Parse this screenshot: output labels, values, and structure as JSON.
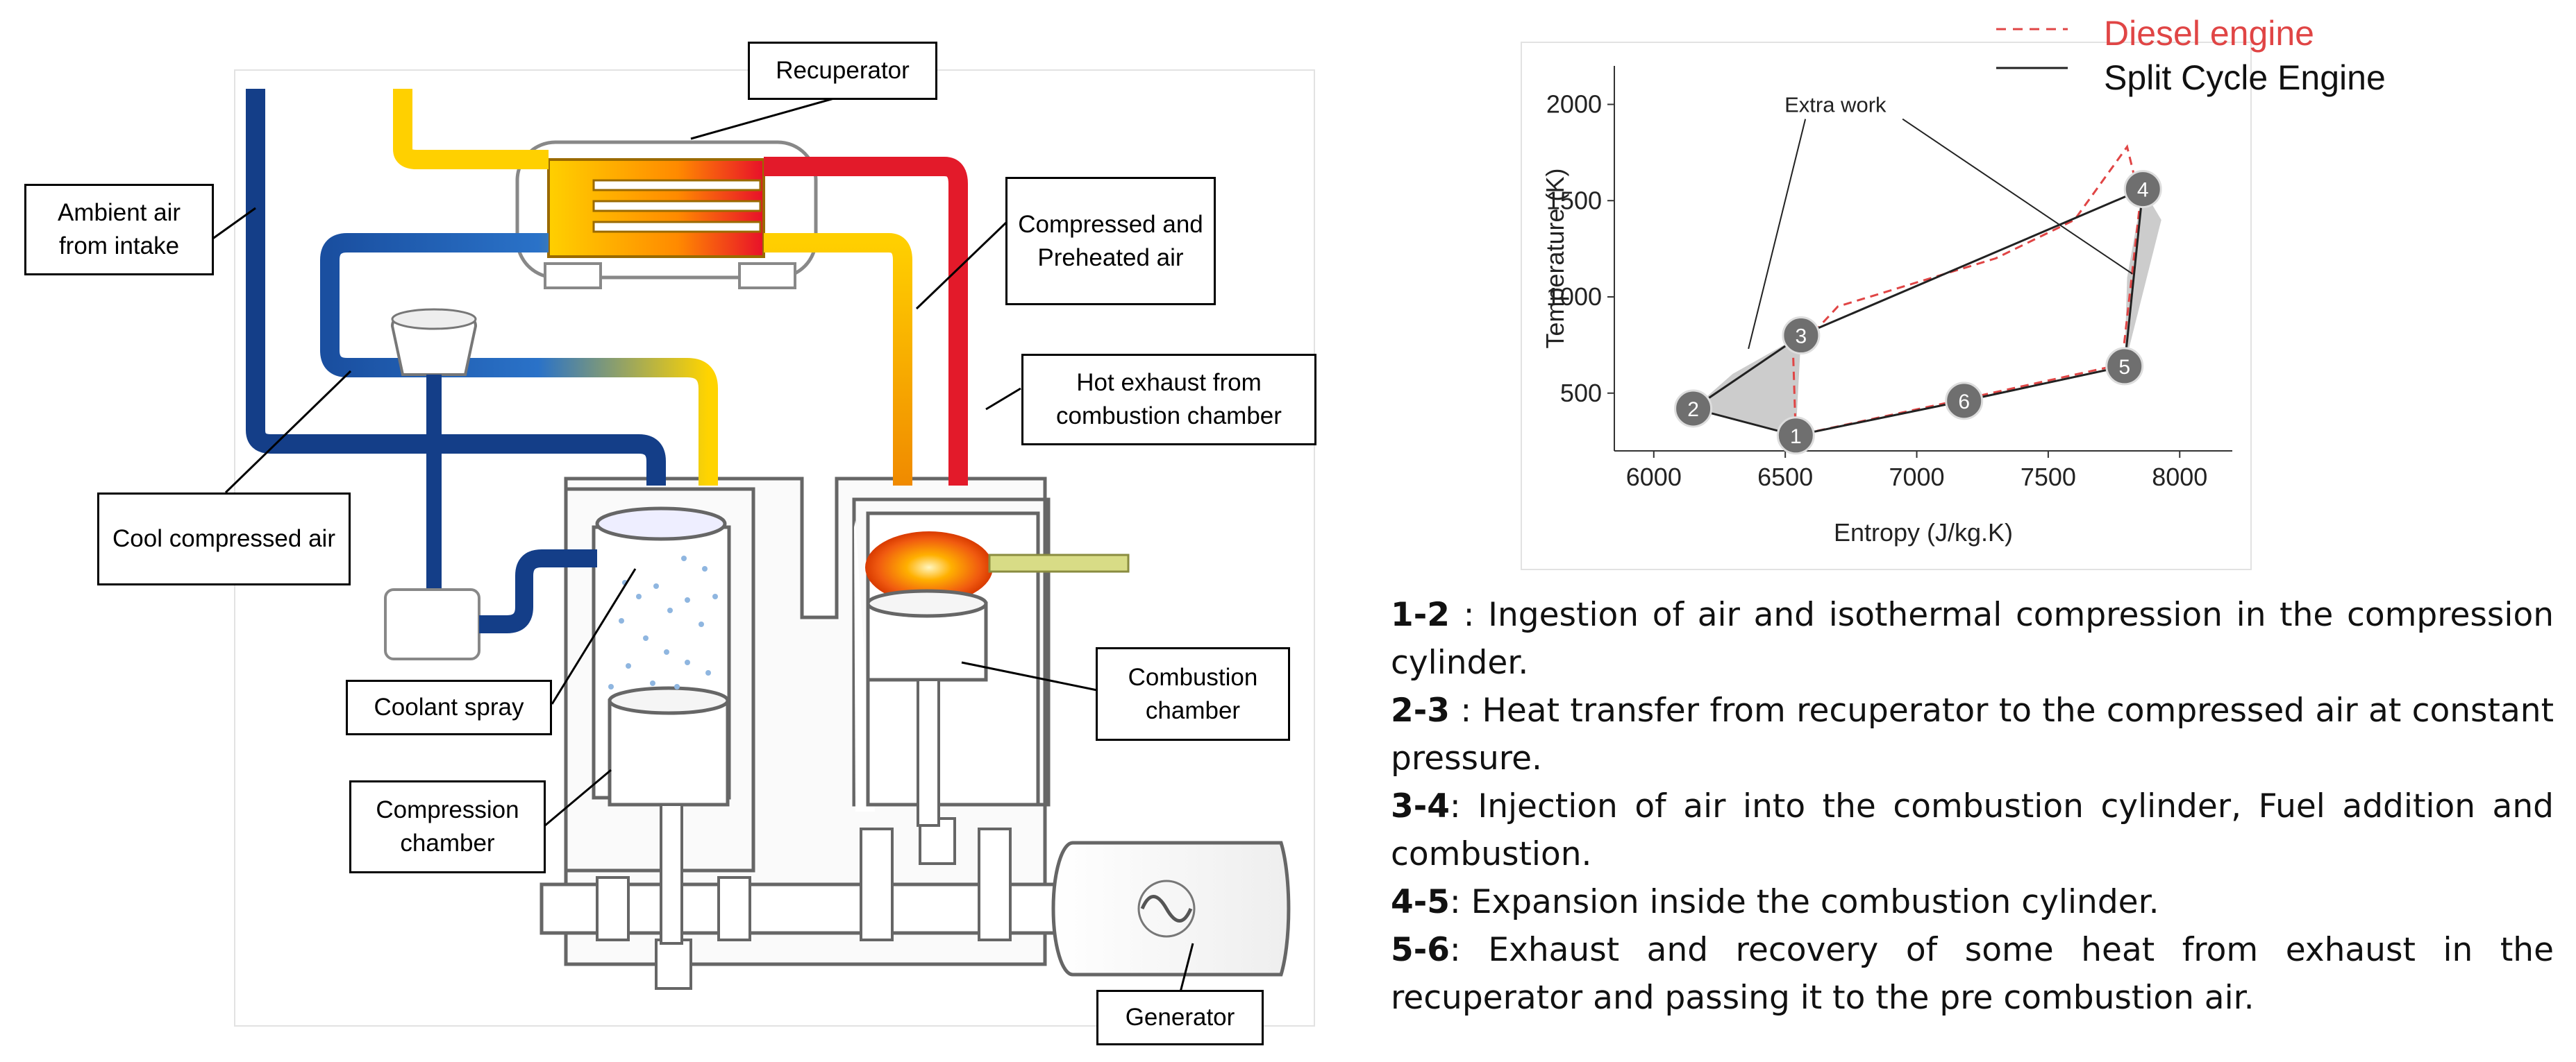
{
  "labels": {
    "recuperator": "Recuperator",
    "ambient_air": "Ambient air from intake",
    "compressed_preheated": "Compressed and Preheated air",
    "hot_exhaust": "Hot exhaust from combustion chamber",
    "cool_compressed": "Cool compressed air",
    "coolant_spray": "Coolant spray",
    "combustion_chamber": "Combustion chamber",
    "compression_chamber": "Compression chamber",
    "generator": "Generator"
  },
  "legend": {
    "diesel": "Diesel engine",
    "split": "Split Cycle Engine",
    "diesel_color": "#e04545",
    "split_color": "#222222"
  },
  "chart_data": {
    "type": "line",
    "title": "",
    "xlabel": "Entropy (J/kg.K)",
    "ylabel": "Temperature (K)",
    "xlim": [
      5850,
      8200
    ],
    "ylim": [
      200,
      2200
    ],
    "xticks": [
      6000,
      6500,
      7000,
      7500,
      8000
    ],
    "yticks": [
      500,
      1000,
      1500,
      2000
    ],
    "annotation": "Extra work",
    "points": [
      {
        "label": "1",
        "x": 6540,
        "y": 280
      },
      {
        "label": "2",
        "x": 6150,
        "y": 420
      },
      {
        "label": "3",
        "x": 6560,
        "y": 800
      },
      {
        "label": "4",
        "x": 7860,
        "y": 1560
      },
      {
        "label": "5",
        "x": 7790,
        "y": 640
      },
      {
        "label": "6",
        "x": 7180,
        "y": 460
      }
    ],
    "series": [
      {
        "name": "Split Cycle Engine",
        "color": "#222222",
        "x": [
          6540,
          6150,
          6560,
          7860,
          7790,
          7180,
          6540
        ],
        "y": [
          280,
          420,
          800,
          1560,
          640,
          460,
          280
        ]
      },
      {
        "name": "Diesel engine",
        "color": "#e04545",
        "x": [
          6540,
          6530,
          6700,
          7300,
          7600,
          7800,
          7850,
          7780,
          7150,
          6540
        ],
        "y": [
          280,
          700,
          950,
          1200,
          1400,
          1780,
          1500,
          650,
          460,
          280
        ]
      }
    ]
  },
  "steps": [
    {
      "key": "1-2",
      "text": " : Ingestion of air and isothermal compression in the compression cylinder."
    },
    {
      "key": "2-3",
      "text": " : Heat transfer from recuperator to the compressed air at constant pressure."
    },
    {
      "key": "3-4",
      "text": ": Injection of air into the combustion cylinder, Fuel addition and combustion."
    },
    {
      "key": "4-5",
      "text": ": Expansion inside the combustion cylinder."
    },
    {
      "key": "5-6",
      "text": ": Exhaust and recovery of some heat from exhaust in the recuperator and passing it to the pre combustion air."
    }
  ]
}
